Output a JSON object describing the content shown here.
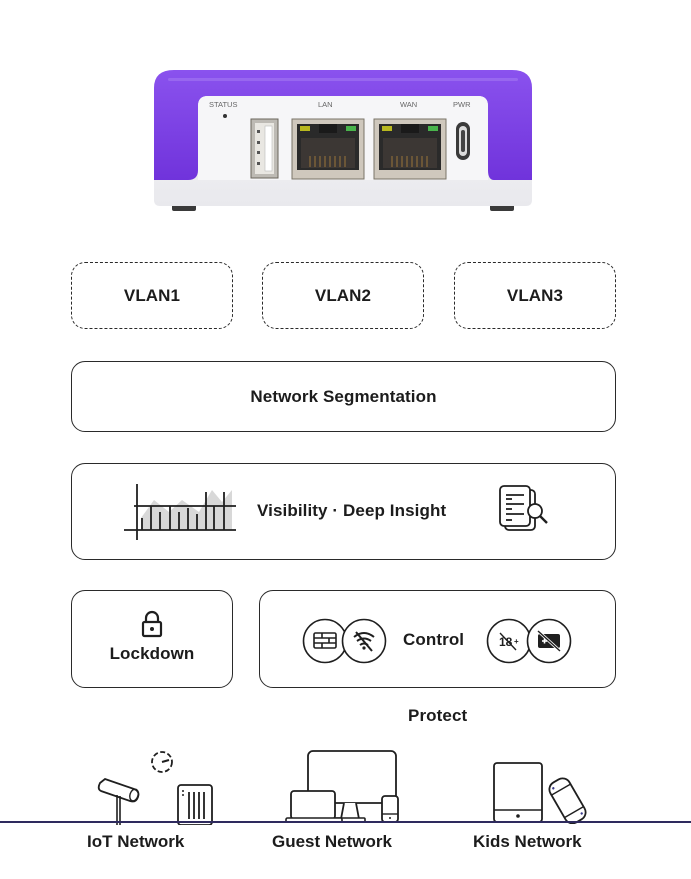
{
  "device": {
    "brand_color": "#7a3fe0",
    "ports": {
      "status_label": "STATUS",
      "lan_label": "LAN",
      "wan_label": "WAN",
      "pwr_label": "PWR"
    }
  },
  "vlans": [
    {
      "label": "VLAN1"
    },
    {
      "label": "VLAN2"
    },
    {
      "label": "VLAN3"
    }
  ],
  "segmentation": {
    "label": "Network Segmentation"
  },
  "visibility": {
    "label": "Visibility · Deep Insight",
    "left_icon": "bar-chart-icon",
    "right_icon": "document-search-icon"
  },
  "lockdown": {
    "label": "Lockdown",
    "icon": "lock-icon"
  },
  "control": {
    "label": "Control",
    "left_icons": [
      "firewall-icon",
      "wifi-off-icon"
    ],
    "right_icons": [
      "no-adult-content-icon",
      "no-ads-icon"
    ]
  },
  "protect": {
    "label": "Protect"
  },
  "networks": [
    {
      "label": "IoT Network",
      "icons": [
        "security-camera-icon",
        "gauge-icon",
        "smart-device-icon"
      ]
    },
    {
      "label": "Guest Network",
      "icons": [
        "laptop-icon",
        "monitor-icon",
        "phone-icon"
      ]
    },
    {
      "label": "Kids Network",
      "icons": [
        "tablet-icon",
        "game-console-icon"
      ]
    }
  ],
  "colors": {
    "baseline": "#2e2a5e",
    "stroke": "#2a2a2a"
  }
}
